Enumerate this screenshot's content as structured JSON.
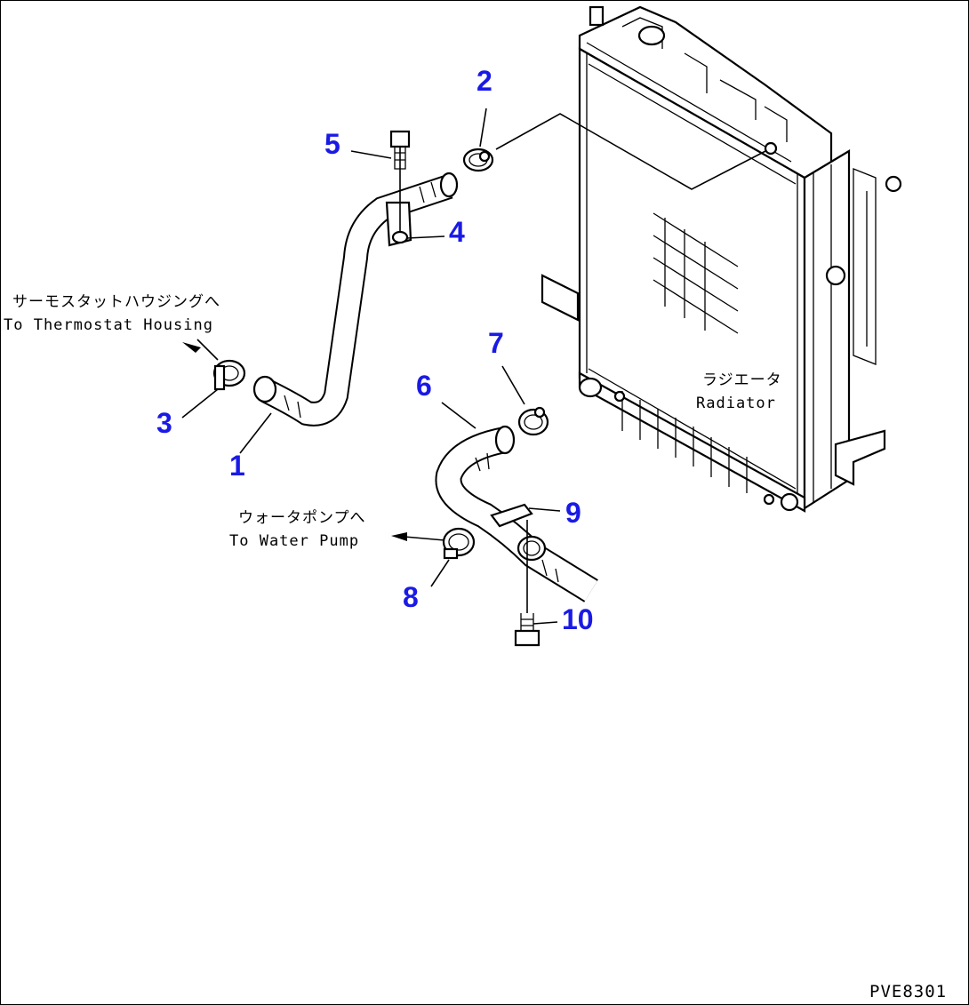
{
  "callouts": {
    "c1": "1",
    "c2": "2",
    "c3": "3",
    "c4": "4",
    "c5": "5",
    "c6": "6",
    "c7": "7",
    "c8": "8",
    "c9": "9",
    "c10": "10"
  },
  "notes": {
    "thermostat_jp": "サーモスタットハウジングへ",
    "thermostat_en": "To Thermostat Housing",
    "water_pump_jp": "ウォータポンプへ",
    "water_pump_en": "To Water Pump",
    "radiator_jp": "ラジエータ",
    "radiator_en": "Radiator"
  },
  "drawing_code": "PVE8301",
  "colors": {
    "callout": "#1a1ae6",
    "line": "#000000",
    "background": "#ffffff"
  }
}
